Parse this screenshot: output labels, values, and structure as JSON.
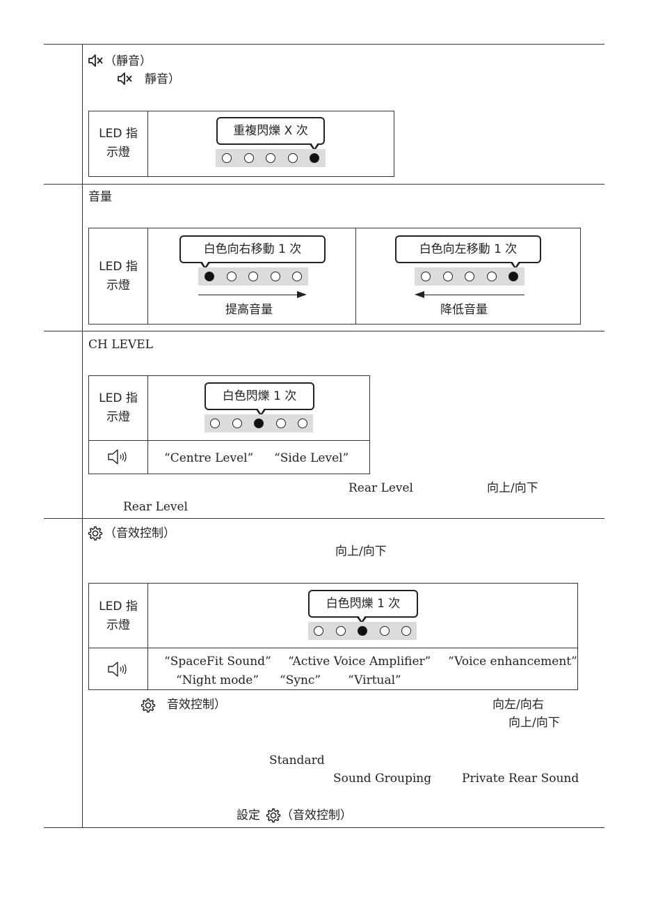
{
  "mute": {
    "title": "（靜音）",
    "line2": "靜音）",
    "led_label": "LED 指\n示燈",
    "callout": "重複閃爍 X 次",
    "dots": [
      0,
      0,
      0,
      0,
      1
    ]
  },
  "volume": {
    "title": "音量",
    "led_label": "LED 指\n示燈",
    "up_callout": "白色向右移動 1 次",
    "up_dots": [
      1,
      0,
      0,
      0,
      0
    ],
    "up_caption": "提高音量",
    "down_callout": "白色向左移動 1 次",
    "down_dots": [
      0,
      0,
      0,
      0,
      1
    ],
    "down_caption": "降低音量"
  },
  "ch_level": {
    "title": "CH LEVEL",
    "led_label": "LED 指\n示燈",
    "callout": "白色閃爍 1 次",
    "dots": [
      0,
      0,
      1,
      0,
      0
    ],
    "voice_1": "“Centre Level”",
    "voice_2": "“Side Level”",
    "note_rear": "Rear Level",
    "note_updown": "向上/向下",
    "note_rear2": "Rear Level"
  },
  "sound_control": {
    "title": "（音效控制）",
    "line2_updown": "向上/向下",
    "led_label": "LED 指\n示燈",
    "callout": "白色閃爍 1 次",
    "dots": [
      0,
      0,
      1,
      0,
      0
    ],
    "voice_spacefit": "“SpaceFit Sound”",
    "voice_ava": "“Active Voice Amplifier”",
    "voice_enh": "“Voice enhancement”",
    "voice_night": "“Night mode”",
    "voice_sync": "“Sync”",
    "voice_virtual": "“Virtual”",
    "note_control": "音效控制）",
    "note_leftright": "向左/向右",
    "note_updown": "向上/向下",
    "note_standard": "Standard",
    "note_grouping": "Sound Grouping",
    "note_private": "Private Rear Sound",
    "note_setting": "設定",
    "note_setting_end": "（音效控制）"
  },
  "icons": [
    "mute-speaker-icon",
    "speaker-voice-icon",
    "gear-icon"
  ]
}
